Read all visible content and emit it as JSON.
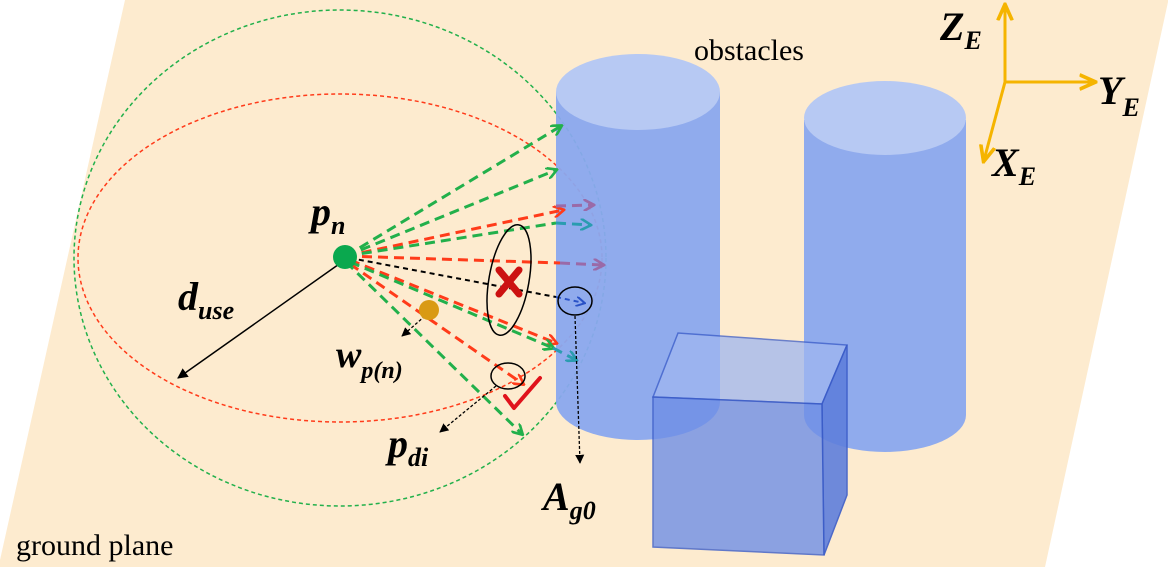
{
  "labels": {
    "obstacles": "obstacles",
    "ground_plane": "ground plane",
    "pn_main": "p",
    "pn_sub": "n",
    "duse_main": "d",
    "duse_sub": "use",
    "wp_main": "w",
    "wp_sub": "p(n)",
    "pdi_main": "p",
    "pdi_sub": "di",
    "ag0_main": "A",
    "ag0_sub": "g0",
    "ze_main": "Z",
    "ze_sub": "E",
    "ye_main": "Y",
    "ye_sub": "E",
    "xe_main": "X",
    "xe_sub": "E"
  },
  "colors": {
    "ground": "#fdebcf",
    "cylinder_body": "#8aa8ee",
    "cylinder_top": "#b7c9f3",
    "box_front": "#6f8fe6",
    "box_top": "#9fb6f0",
    "box_side": "#5f7fdc",
    "box_edge": "#3a5cc8",
    "green": "#22b04b",
    "red": "#ff3b1a",
    "axis": "#f5b400",
    "node_green": "#0aa84e",
    "node_orange": "#d99a14",
    "cross": "#cc1111",
    "check": "#e0121c",
    "purple_ray": "#9a6aa8",
    "teal_ray": "#2a9cb0",
    "blue_ray": "#2a52c6"
  },
  "icons": {
    "cross": "x-mark-icon",
    "check": "check-mark-icon"
  }
}
